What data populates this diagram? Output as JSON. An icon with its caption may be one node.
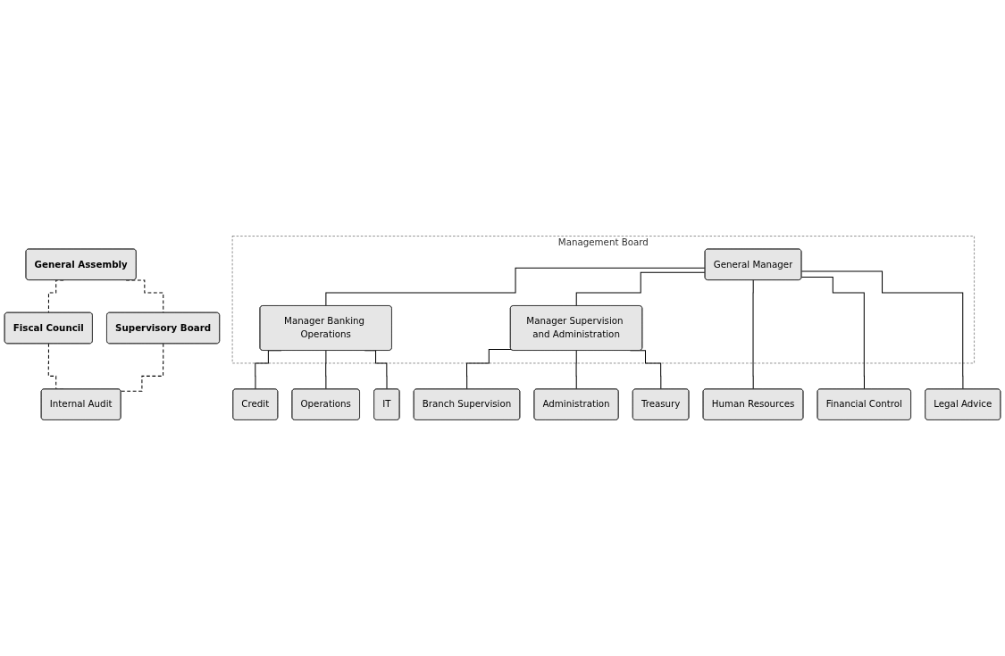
{
  "diagram": {
    "nodes": [
      {
        "text": [
          "General Assembly"
        ]
      },
      {
        "text": [
          "Fiscal Council"
        ]
      },
      {
        "text": [
          "Supervisory Board"
        ]
      },
      {
        "text": [
          "Management Board"
        ]
      },
      {
        "text": [
          "General Manager"
        ],
        "in": 3
      },
      {
        "text": [
          "Manager Banking Operations"
        ],
        "in": 3
      },
      {
        "text": [
          "Manager Supervision and Administration"
        ],
        "in": 3
      },
      {
        "text": [
          "Credit"
        ]
      },
      {
        "text": [
          "Human Resources"
        ]
      },
      {
        "text": [
          "Branch Supervision"
        ]
      },
      {
        "text": [
          "Operations"
        ]
      },
      {
        "text": [
          "Financial Control"
        ]
      },
      {
        "text": [
          "Administration"
        ]
      },
      {
        "text": [
          "IT"
        ]
      },
      {
        "text": [
          "Legal Advice"
        ]
      },
      {
        "text": [
          "Treasury"
        ]
      },
      {
        "text": [
          "Internal Audit"
        ]
      }
    ],
    "edges": [
      {
        "from": 0,
        "to": 2,
        "arrow": "none",
        "style": "dashed"
      },
      {
        "from": 0,
        "to": 1,
        "arrow": "none",
        "style": "dashed"
      },
      {
        "from": 1,
        "to": 16,
        "arrow": "none",
        "style": "dashed"
      },
      {
        "from": 2,
        "to": 16,
        "arrow": "none",
        "style": "dashed"
      },
      {
        "from": 4,
        "to": 5,
        "arrow": "none"
      },
      {
        "from": 4,
        "to": 6,
        "arrow": "none"
      },
      {
        "from": 5,
        "to": 7,
        "arrow": "none"
      },
      {
        "from": 5,
        "to": 10,
        "arrow": "none"
      },
      {
        "from": 5,
        "to": 13,
        "arrow": "none"
      },
      {
        "from": 4,
        "to": 8,
        "arrow": "none"
      },
      {
        "from": 4,
        "to": 11,
        "arrow": "none"
      },
      {
        "from": 4,
        "to": 14,
        "arrow": "none"
      },
      {
        "from": 6,
        "to": 9,
        "arrow": "none"
      },
      {
        "from": 6,
        "to": 12,
        "arrow": "none"
      },
      {
        "from": 6,
        "to": 15,
        "arrow": "none"
      }
    ]
  }
}
